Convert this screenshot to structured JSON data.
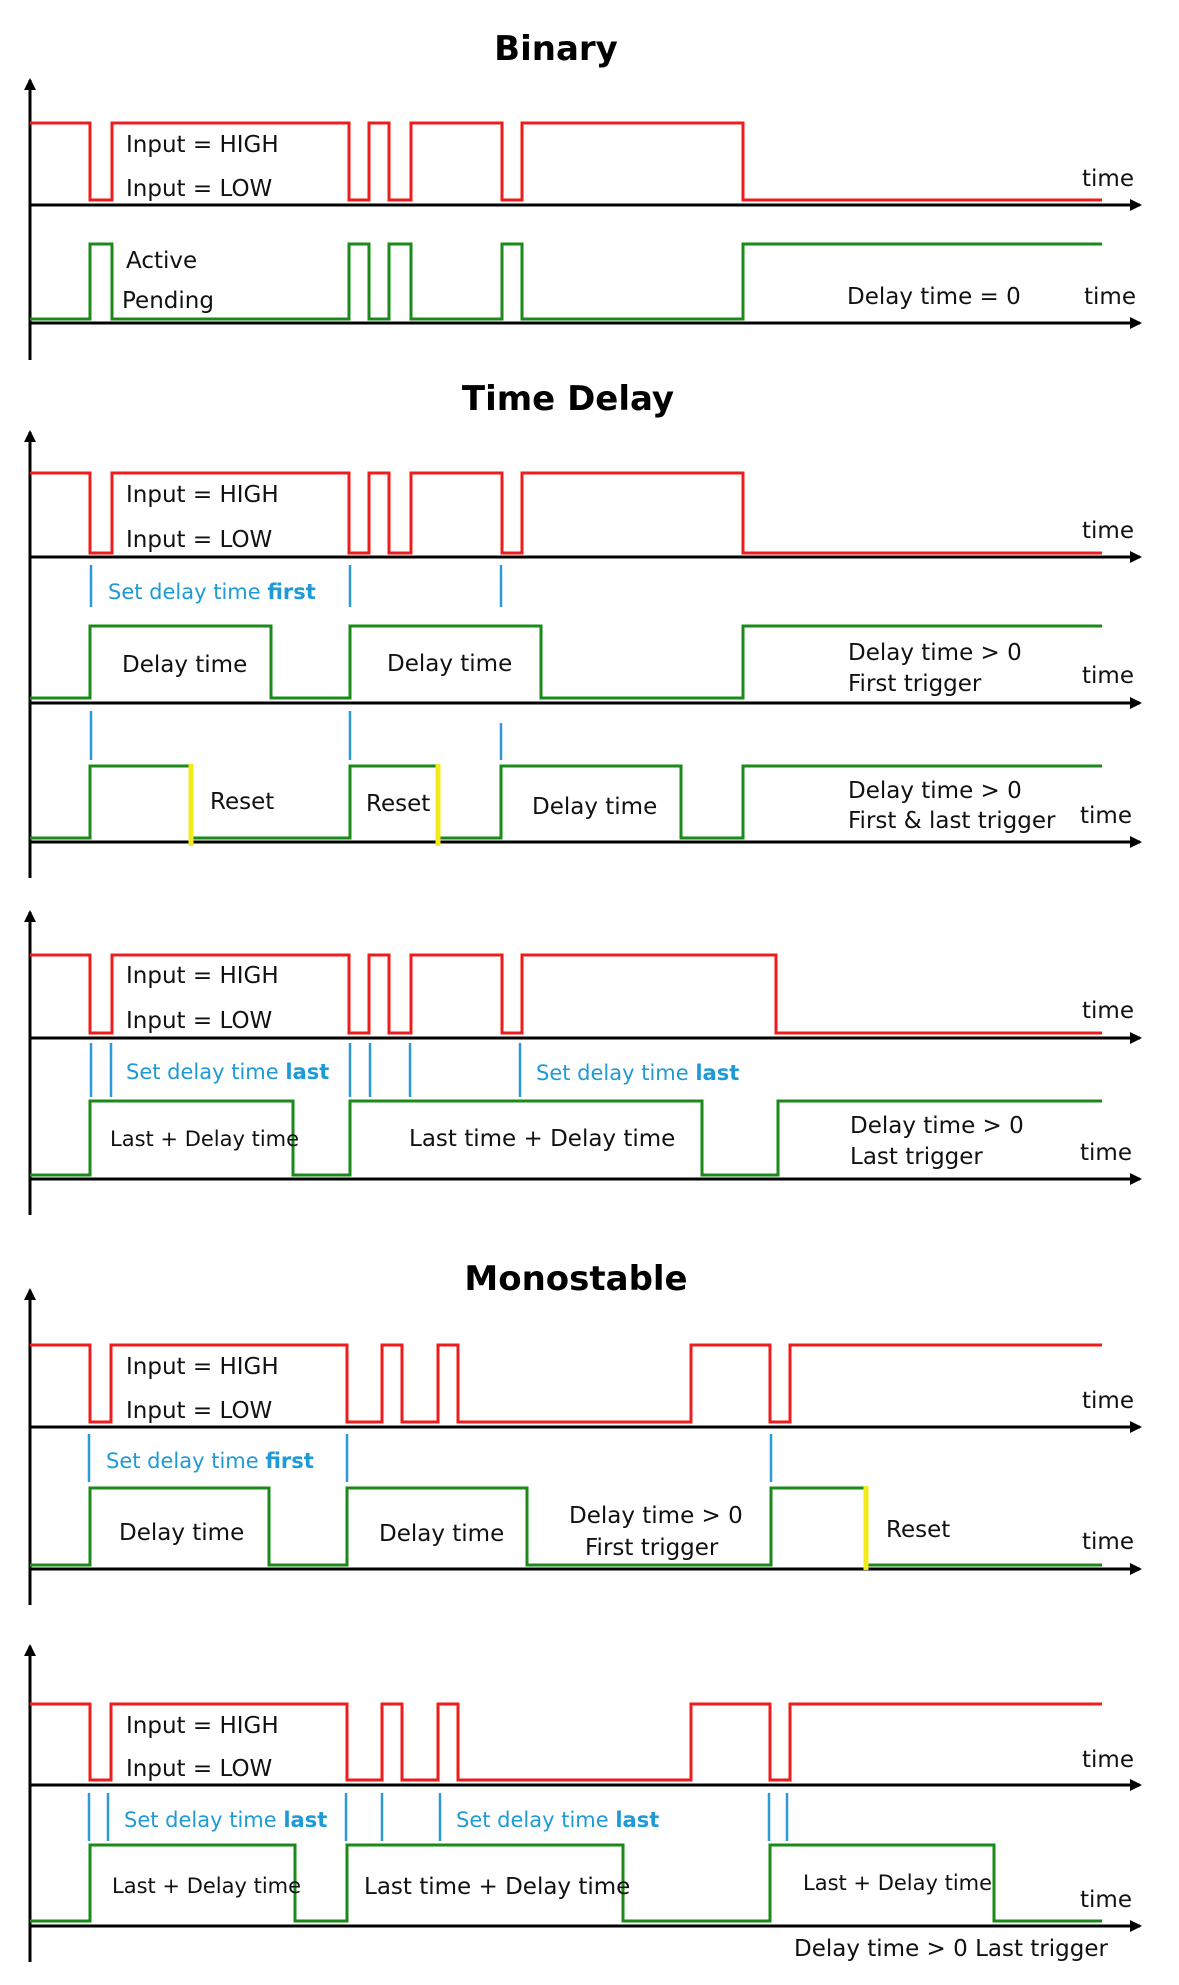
{
  "sections": {
    "binary": {
      "title": "Binary",
      "input_high": "Input = HIGH",
      "input_low": "Input = LOW",
      "time_1": "time",
      "active": "Active",
      "pending": "Pending",
      "delay_zero": "Delay time = 0",
      "time_2": "time"
    },
    "time_delay": {
      "title": "Time Delay",
      "d1": {
        "input_high": "Input = HIGH",
        "input_low": "Input = LOW",
        "time_1": "time",
        "set_delay": "Set delay time ",
        "set_delay_bold": "first",
        "delay_1": "Delay time",
        "delay_2": "Delay time",
        "cond_1": "Delay time > 0",
        "cond_2": "First trigger",
        "time_2": "time",
        "reset_1": "Reset",
        "reset_2": "Reset",
        "delay_3": "Delay time",
        "cond_3": "Delay time > 0",
        "cond_4": "First & last trigger",
        "time_3": "time"
      },
      "d2": {
        "input_high": "Input = HIGH",
        "input_low": "Input = LOW",
        "time_1": "time",
        "set_delay_1": "Set delay time ",
        "set_delay_1_bold": "last",
        "set_delay_2": "Set delay time ",
        "set_delay_2_bold": "last",
        "last_delay_1": "Last + Delay time",
        "last_delay_2": "Last time + Delay time",
        "cond_1": "Delay time > 0",
        "cond_2": "Last trigger",
        "time_2": "time"
      }
    },
    "monostable": {
      "title": "Monostable",
      "d1": {
        "input_high": "Input = HIGH",
        "input_low": "Input = LOW",
        "time_1": "time",
        "set_delay": "Set delay time ",
        "set_delay_bold": "first",
        "delay_1": "Delay time",
        "delay_2": "Delay time",
        "cond_1": "Delay time > 0",
        "cond_2": "First trigger",
        "reset": "Reset",
        "time_2": "time"
      },
      "d2": {
        "input_high": "Input = HIGH",
        "input_low": "Input = LOW",
        "time_1": "time",
        "set_delay_1": "Set delay time ",
        "set_delay_1_bold": "last",
        "set_delay_2": "Set delay time ",
        "set_delay_2_bold": "last",
        "last_delay_1": "Last + Delay time",
        "last_delay_2": "Last time + Delay time",
        "last_delay_3": "Last + Delay time",
        "time_2": "time",
        "footer": "Delay time > 0   Last trigger"
      }
    }
  },
  "colors": {
    "input_signal": "#ee1c1c",
    "output_signal": "#1a8a1a",
    "trigger_tick": "#2a9ad8",
    "reset_marker": "#f3ea1a"
  }
}
